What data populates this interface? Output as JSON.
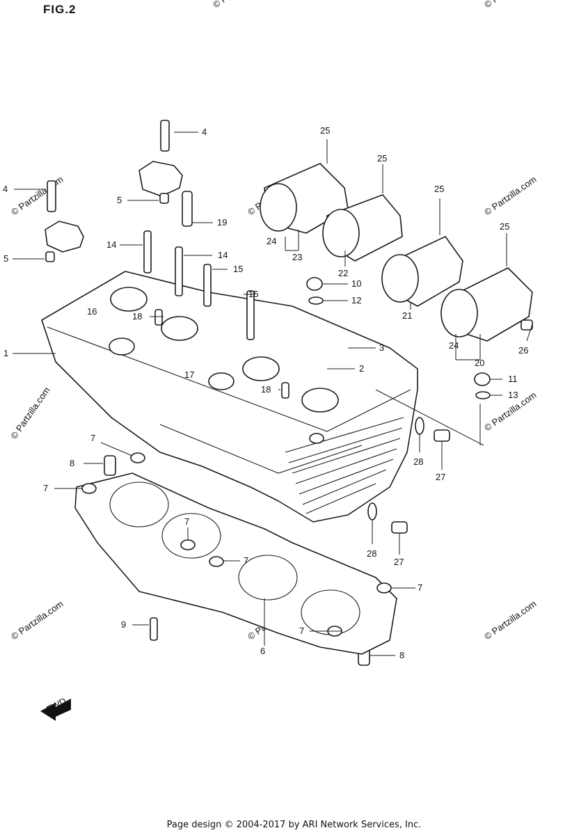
{
  "figure": {
    "title": "FIG.2"
  },
  "watermark": {
    "text": "© Partzilla.com"
  },
  "footer": {
    "text": "Page design © 2004-2017 by ARI Network Services, Inc."
  },
  "fwd_label": "FWD",
  "callouts": {
    "c1": "1",
    "c2": "2",
    "c3": "3",
    "c4a": "4",
    "c4b": "4",
    "c5a": "5",
    "c5b": "5",
    "c6": "6",
    "c7a": "7",
    "c7b": "7",
    "c7c": "7",
    "c7d": "7",
    "c7e": "7",
    "c7f": "7",
    "c8a": "8",
    "c8b": "8",
    "c9": "9",
    "c10": "10",
    "c11": "11",
    "c12": "12",
    "c13": "13",
    "c14a": "14",
    "c14b": "14",
    "c15a": "15",
    "c15b": "15",
    "c16": "16",
    "c17": "17",
    "c18a": "18",
    "c18b": "18",
    "c19": "19",
    "c20": "20",
    "c21": "21",
    "c22": "22",
    "c23": "23",
    "c24a": "24",
    "c24b": "24",
    "c25a": "25",
    "c25b": "25",
    "c25c": "25",
    "c25d": "25",
    "c26": "26",
    "c27a": "27",
    "c27b": "27",
    "c28a": "28",
    "c28b": "28"
  }
}
